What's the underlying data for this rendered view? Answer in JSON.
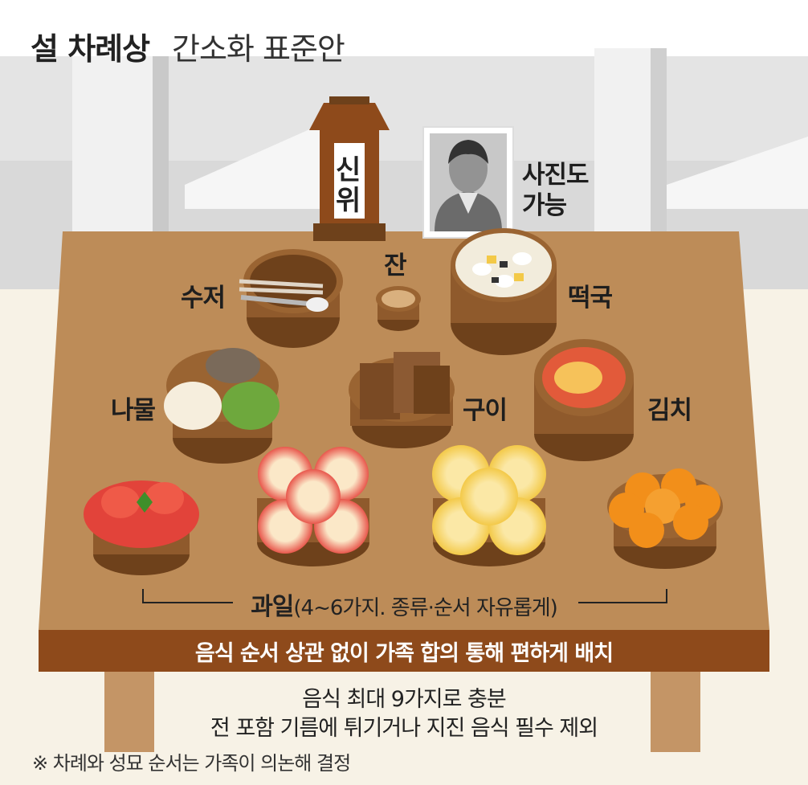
{
  "title": {
    "bold": "설 차례상",
    "light": "간소화 표준안"
  },
  "tablet": {
    "line1": "신",
    "line2": "위"
  },
  "photo_label": {
    "line1": "사진도",
    "line2": "가능"
  },
  "items": {
    "spoon_chopsticks": "수저",
    "cup": "잔",
    "tteokguk": "떡국",
    "namul": "나물",
    "grilled": "구이",
    "kimchi": "김치"
  },
  "fruit_label": {
    "bold": "과일",
    "rest": "(4~6가지. 종류·순서 자유롭게)"
  },
  "banner": "음식 순서 상관 없이 가족 합의 통해 편하게 배치",
  "notes": [
    "음식 최대 9가지로 충분",
    "전 포함 기름에 튀기거나 지진 음식 필수 제외"
  ],
  "footnote": "※ 차례와 성묘 순서는 가족이 의논해 결정",
  "colors": {
    "table_top": "#bd8c58",
    "table_edge": "#8e4a1b",
    "bowl": "#8f5a2c",
    "bowl_dark": "#6e411b",
    "background_wall": "#ececec",
    "floor": "#f7f2e6"
  }
}
